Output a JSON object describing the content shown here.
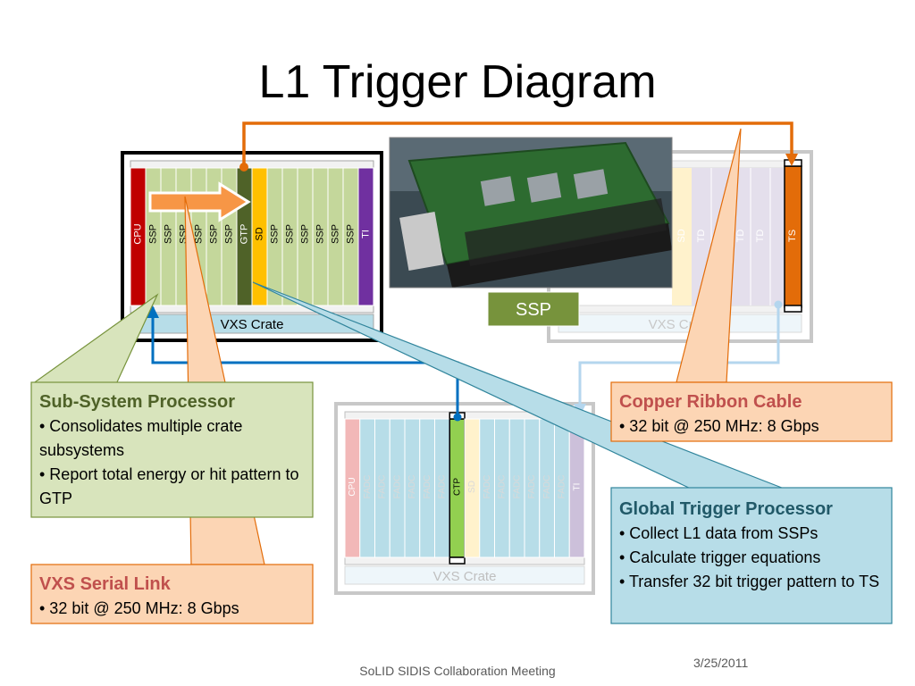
{
  "title": "L1 Trigger Diagram",
  "crates": {
    "left": {
      "label": "VXS Crate",
      "slots": [
        "CPU",
        "SSP",
        "SSP",
        "SSP",
        "SSP",
        "SSP",
        "SSP",
        "GTP",
        "SD",
        "SSP",
        "SSP",
        "SSP",
        "SSP",
        "SSP",
        "SSP",
        "TI"
      ]
    },
    "right": {
      "label": "VXS Crate",
      "slots_visible": [
        "SD",
        "TD",
        "TD",
        "TD",
        "TD",
        "TS"
      ]
    },
    "bottom": {
      "label": "VXS Crate",
      "slots": [
        "CPU",
        "FADC",
        "FADC",
        "FADC",
        "FADC",
        "FADC",
        "FADC",
        "CTP",
        "SD",
        "FADC",
        "FADC",
        "FADC",
        "FADC",
        "FADC",
        "FADC",
        "TI"
      ]
    }
  },
  "photo_label": "SSP",
  "callouts": {
    "ssp": {
      "heading": "Sub-System Processor",
      "bullets": [
        "• Consolidates multiple crate subsystems",
        "• Report total energy or hit pattern to GTP"
      ]
    },
    "vxs": {
      "heading": "VXS Serial Link",
      "bullets": [
        "• 32 bit @ 250 MHz: 8 Gbps"
      ]
    },
    "copper": {
      "heading": "Copper Ribbon Cable",
      "bullets": [
        "• 32 bit @ 250 MHz: 8 Gbps"
      ]
    },
    "gtp": {
      "heading": "Global Trigger Processor",
      "bullets": [
        "• Collect L1 data from SSPs",
        "• Calculate trigger equations",
        "• Transfer 32 bit trigger pattern to TS"
      ]
    }
  },
  "footer": {
    "meeting": "SoLID SIDIS Collaboration Meeting",
    "date": "3/25/2011"
  },
  "colors": {
    "ssp_green": "#c4d79b",
    "cpu_red": "#c00000",
    "gtp_darkgreen": "#4f6228",
    "sd_yellow": "#ffc000",
    "ti_purple": "#7030a0",
    "ts_orange": "#e36c09",
    "cable_orange": "#e36c09",
    "link_blue": "#0070c0",
    "crate_label_bg": "#b7dde8",
    "fadc_blue": "#b7dde8",
    "ctp_green": "#92d050"
  }
}
